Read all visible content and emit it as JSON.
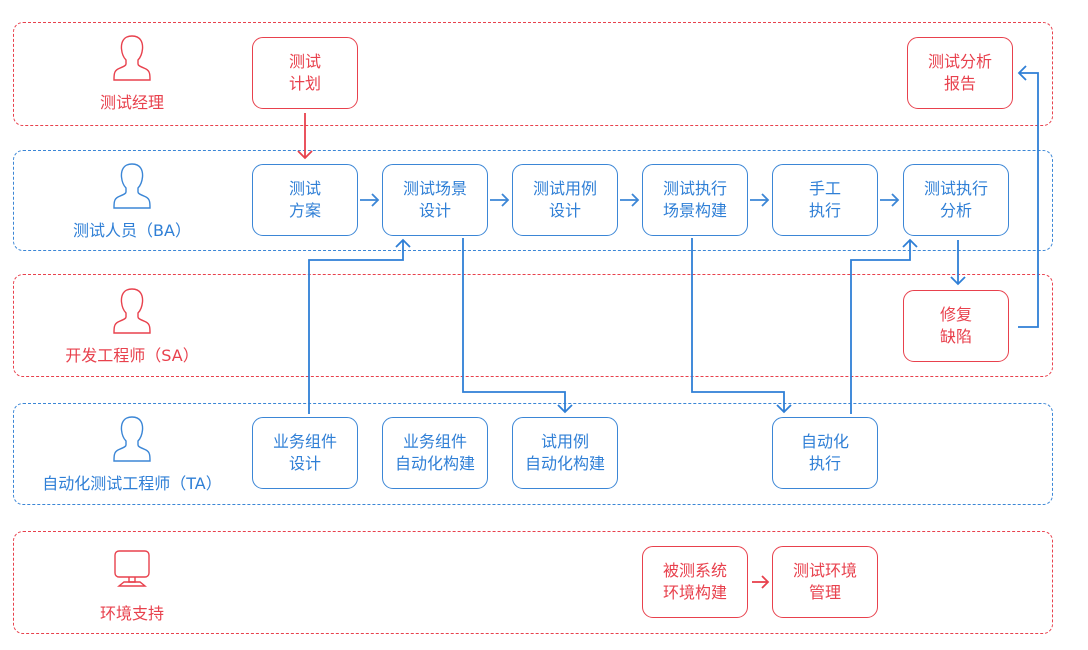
{
  "colors": {
    "red": "#e8414d",
    "blue": "#3b86d6"
  },
  "lanes": [
    {
      "id": "manager",
      "color": "red",
      "icon": "person-icon",
      "role": "测试经理"
    },
    {
      "id": "tester",
      "color": "blue",
      "icon": "person-icon",
      "role": "测试人员（BA）"
    },
    {
      "id": "developer",
      "color": "red",
      "icon": "person-icon",
      "role": "开发工程师（SA）"
    },
    {
      "id": "automation",
      "color": "blue",
      "icon": "person-icon",
      "role": "自动化测试工程师（TA）"
    },
    {
      "id": "environment",
      "color": "red",
      "icon": "monitor-icon",
      "role": "环境支持"
    }
  ],
  "nodes": {
    "test_plan": {
      "lines": [
        "测试",
        "计划"
      ]
    },
    "test_report": {
      "lines": [
        "测试分析",
        "报告"
      ]
    },
    "test_scheme": {
      "lines": [
        "测试",
        "方案"
      ]
    },
    "scenario_design": {
      "lines": [
        "测试场景",
        "设计"
      ]
    },
    "case_design": {
      "lines": [
        "测试用例",
        "设计"
      ]
    },
    "exec_scenario_build": {
      "lines": [
        "测试执行",
        "场景构建"
      ]
    },
    "manual_exec": {
      "lines": [
        "手工",
        "执行"
      ]
    },
    "exec_analysis": {
      "lines": [
        "测试执行",
        "分析"
      ]
    },
    "fix_defect": {
      "lines": [
        "修复",
        "缺陷"
      ]
    },
    "component_design": {
      "lines": [
        "业务组件",
        "设计"
      ]
    },
    "component_auto_build": {
      "lines": [
        "业务组件",
        "自动化构建"
      ]
    },
    "case_auto_build": {
      "lines": [
        "试用例",
        "自动化构建"
      ]
    },
    "auto_exec": {
      "lines": [
        "自动化",
        "执行"
      ]
    },
    "sut_env_build": {
      "lines": [
        "被测系统",
        "环境构建"
      ]
    },
    "test_env_mgmt": {
      "lines": [
        "测试环境",
        "管理"
      ]
    }
  },
  "edges": [
    {
      "from": "test_plan",
      "to": "test_scheme"
    },
    {
      "from": "test_scheme",
      "to": "scenario_design"
    },
    {
      "from": "scenario_design",
      "to": "case_design"
    },
    {
      "from": "case_design",
      "to": "exec_scenario_build"
    },
    {
      "from": "exec_scenario_build",
      "to": "manual_exec"
    },
    {
      "from": "manual_exec",
      "to": "exec_analysis"
    },
    {
      "from": "component_design",
      "to": "scenario_design"
    },
    {
      "from": "scenario_design",
      "to": "case_auto_build"
    },
    {
      "from": "exec_scenario_build",
      "to": "auto_exec"
    },
    {
      "from": "auto_exec",
      "to": "exec_analysis"
    },
    {
      "from": "exec_analysis",
      "to": "fix_defect"
    },
    {
      "from": "fix_defect",
      "to": "test_report"
    },
    {
      "from": "sut_env_build",
      "to": "test_env_mgmt"
    }
  ]
}
